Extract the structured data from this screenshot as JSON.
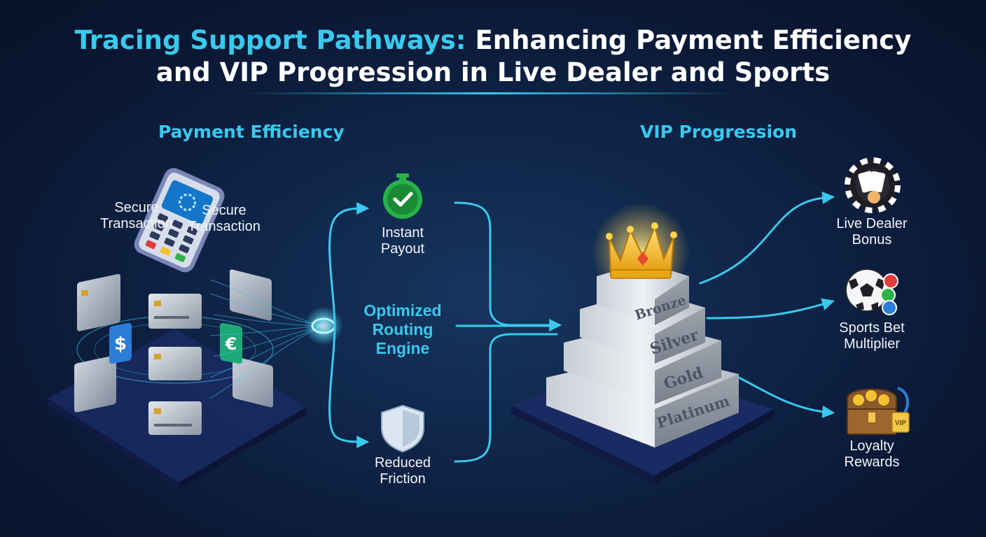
{
  "title": {
    "line1_accent": "Tracing Support Pathways:",
    "line1_rest": " Enhancing Payment Efficiency",
    "line2": "and VIP Progression in Live Dealer and Sports"
  },
  "sections": {
    "payment": "Payment Efficiency",
    "vip": "VIP Progression"
  },
  "payment": {
    "secure_label_left": "Secure\nTransaction",
    "secure_label_right": "Secure\nTransaction"
  },
  "routing": {
    "instant_payout": "Instant\nPayout",
    "engine": "Optimized\nRouting\nEngine",
    "reduced_friction": "Reduced\nFriction"
  },
  "vip": {
    "tiers": [
      "Bronze",
      "Silver",
      "Gold",
      "Platinum"
    ]
  },
  "rewards": {
    "live_dealer": "Live Dealer\nBonus",
    "sports": "Sports Bet\nMultiplier",
    "loyalty": "Loyalty\nRewards",
    "vip_tag": "VIP"
  },
  "colors": {
    "accent": "#39c9ee",
    "background": "#0f2447",
    "gold": "#f4b616",
    "green": "#28b24a"
  }
}
